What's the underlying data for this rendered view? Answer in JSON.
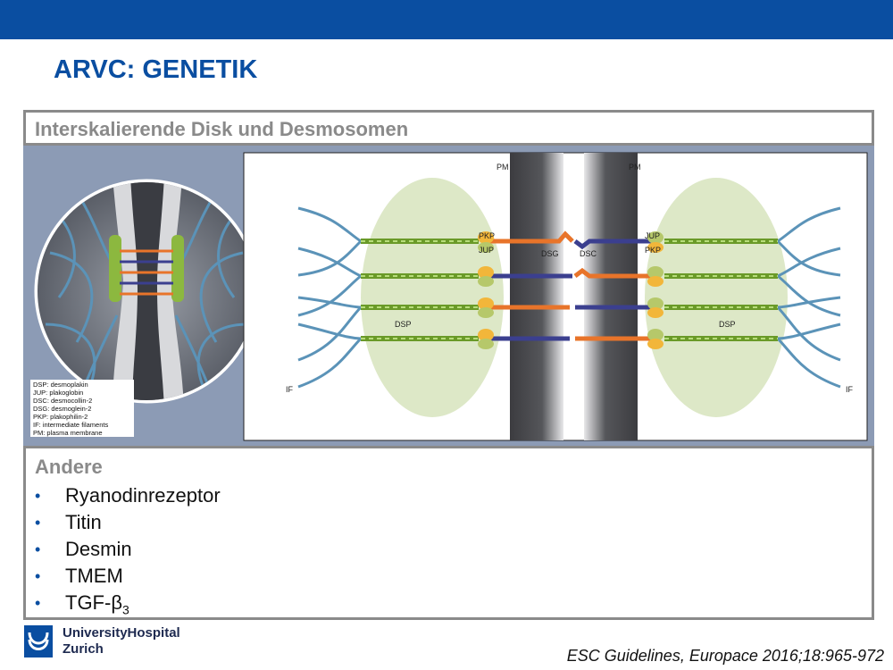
{
  "slide": {
    "title": "ARVC: GENETIK",
    "section_header": "Interskalierende Disk und Desmosomen",
    "list_header": "Andere",
    "list_items": [
      "Ryanodinrezeptor",
      "Titin",
      "Desmin",
      "TMEM",
      "TGF-β"
    ],
    "list_last_subscript": "3",
    "bullet_glyph": "•",
    "citation": "ESC Guidelines, Europace 2016;18:965-972",
    "logo_line1": "UniversityHospital",
    "logo_line2": "Zurich",
    "colors": {
      "brand": "#0a4ea1",
      "frame": "#8a8a8a",
      "panel_bg": "#8c9bb5"
    }
  },
  "figure": {
    "labels": {
      "pm_left": "PM",
      "pm_right": "PM",
      "pkp_left": "PKP",
      "jup_left": "JUP",
      "dsg": "DSG",
      "dsc": "DSC",
      "jup_right": "JUP",
      "pkp_right": "PKP",
      "dsp_left": "DSP",
      "dsp_right": "DSP",
      "if_left": "IF",
      "if_right": "IF"
    },
    "legend": [
      "DSP: desmoplakin",
      "JUP: plakoglobin",
      "DSC: desmocollin-2",
      "DSG: desmoglein-2",
      "PKP: plakophilin-2",
      "IF: intermediate filaments",
      "PM: plasma membrane"
    ]
  }
}
